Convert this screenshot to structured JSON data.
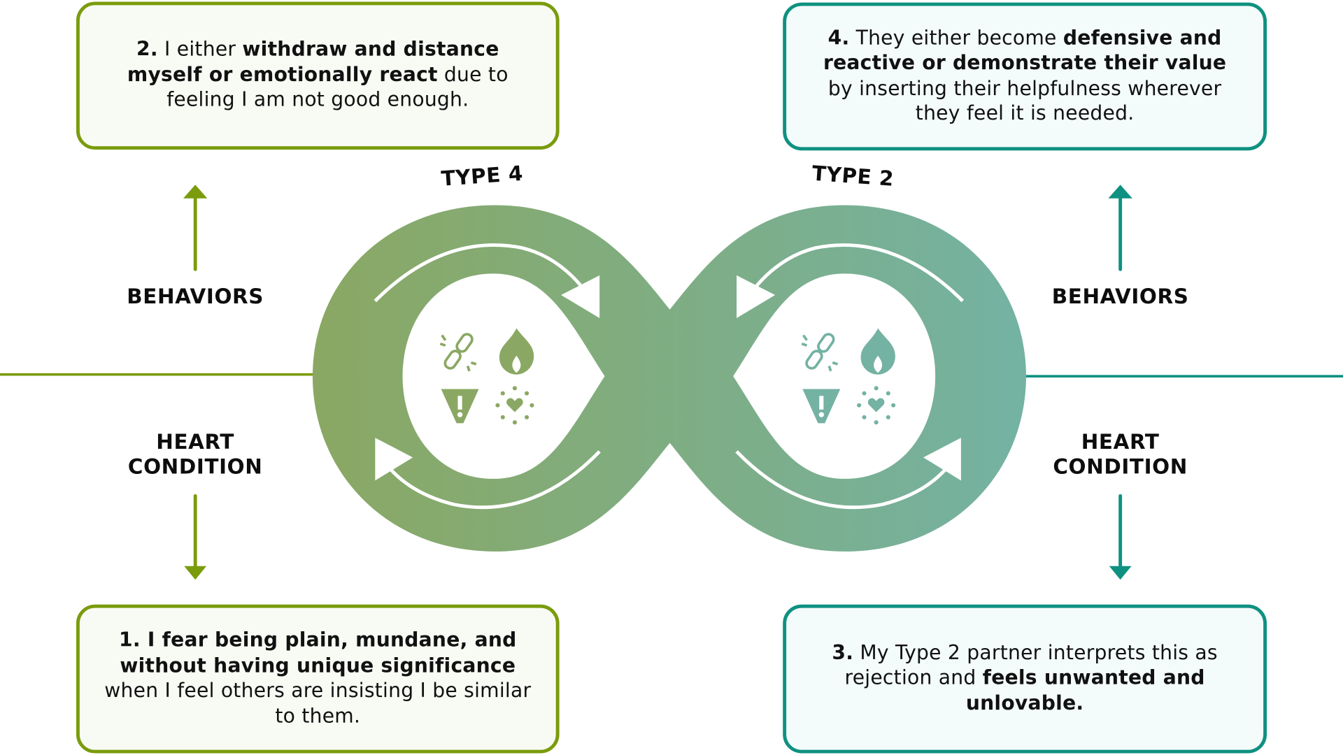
{
  "colors": {
    "left_accent": "#7a9c0c",
    "right_accent": "#0f9181",
    "loop_left": "#8aa863",
    "loop_right": "#74b2a3"
  },
  "types": {
    "left": "TYPE 4",
    "right": "TYPE 2"
  },
  "labels": {
    "left_behaviors": "BEHAVIORS",
    "left_heart_line1": "HEART",
    "left_heart_line2": "CONDITION",
    "right_behaviors": "BEHAVIORS",
    "right_heart_line1": "HEART",
    "right_heart_line2": "CONDITION"
  },
  "boxes": {
    "step2": {
      "num": "2.",
      "t1": " I either ",
      "b1": "withdraw and distance myself or emotionally react",
      "t2": " due to feeling I am not good enough."
    },
    "step4": {
      "num": "4.",
      "t1": " They either become ",
      "b1": "defensive and reactive or demonstrate their value",
      "t2": " by inserting their helpfulness wherever they feel it is needed."
    },
    "step1": {
      "num": "1.",
      "b1": " I fear being plain, mundane, and without having unique significance",
      "t2": " when I feel others are insisting I be similar to them."
    },
    "step3": {
      "num": "3.",
      "t1": " My Type 2 partner interprets this as rejection and ",
      "b1": "feels unwanted and unlovable."
    }
  },
  "icons": [
    "broken-link-icon",
    "flame-icon",
    "warning-icon",
    "heart-burst-icon"
  ]
}
